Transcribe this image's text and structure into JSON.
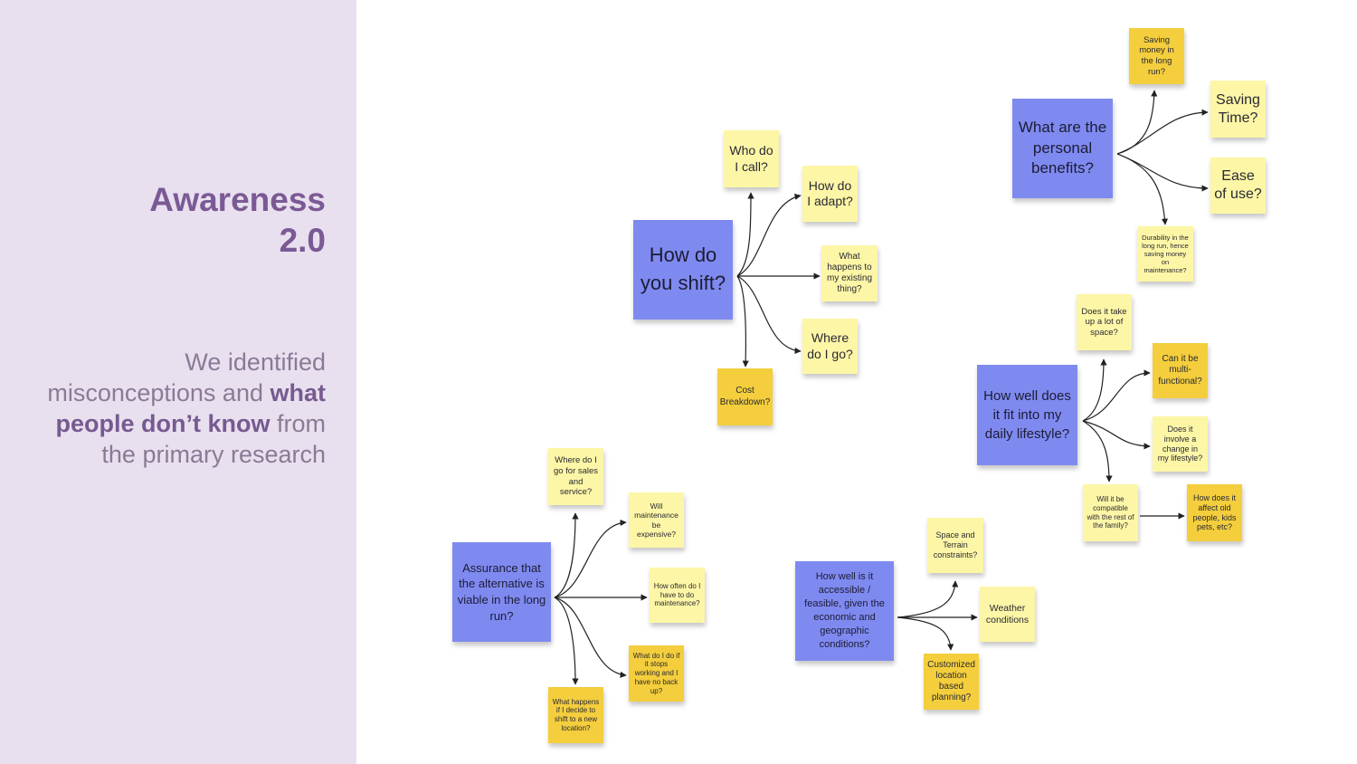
{
  "sidebar": {
    "title_line1": "Awareness",
    "title_line2": "2.0",
    "text_part1": "We identified misconceptions and ",
    "text_bold": "what people don’t know",
    "text_part2": " from the primary research"
  },
  "colors": {
    "sidebar_bg": "#e9e0ef",
    "title": "#7a5a95",
    "main_note": "#7f8af0",
    "light_note": "#fdf6a6",
    "dark_note": "#f4ce3c"
  },
  "clusters": {
    "shift": {
      "main": "How do you shift?",
      "who_call": "Who do I call?",
      "adapt": "How do I adapt?",
      "existing": "What happens to my existing thing?",
      "where_go": "Where do I go?",
      "cost": "Cost Breakdown?"
    },
    "benefits": {
      "main": "What are the personal benefits?",
      "saving_money": "Saving money in the long run?",
      "saving_time": "Saving Time?",
      "ease": "Ease of use?",
      "durability": "Durability in the long run, hence saving money on maintenance?"
    },
    "lifestyle": {
      "main": "How well does it fit into my daily lifestyle?",
      "space": "Does it take up a lot of space?",
      "multi": "Can it be multi-functional?",
      "change": "Does it involve a change in my lifestyle?",
      "family": "Will it be compatible with the rest of the family?",
      "affect": "How does it affect old people, kids pets, etc?"
    },
    "assurance": {
      "main": "Assurance that the alternative is viable in the long run?",
      "sales": "Where do I go for sales and service?",
      "expensive": "Will maintenance be expensive?",
      "often": "How often do I have to do maintenance?",
      "stops": "What do I do if it stops working and I have no back up?",
      "location": "What happens if I decide to shift to a new location?"
    },
    "access": {
      "main": "How well is it accessible / feasible, given the economic and geographic conditions?",
      "terrain": "Space and Terrain constraints?",
      "weather": "Weather conditions",
      "customized": "Customized location based planning?"
    }
  }
}
